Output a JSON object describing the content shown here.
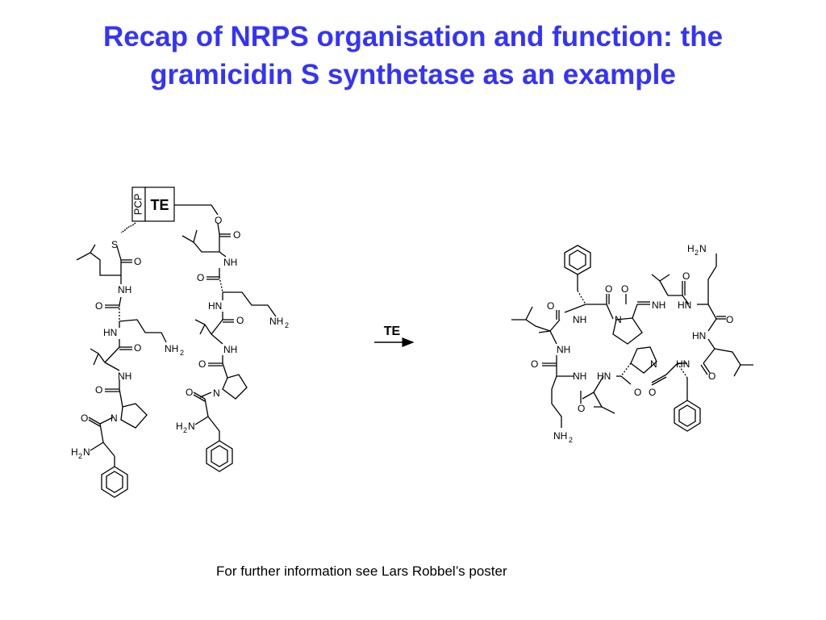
{
  "slide": {
    "title_line1": "Recap of NRPS organisation and function: the",
    "title_line2": "gramicidin S synthetase as an example",
    "footnote": "For further information see Lars Robbel’s poster",
    "title_color": "#3333ff"
  },
  "scheme": {
    "domain_pcp": "PCP",
    "domain_te": "TE",
    "arrow_label": "TE",
    "atoms": {
      "O": "O",
      "S": "S",
      "N": "N",
      "NH": "NH",
      "HN": "HN",
      "H2N_H": "H",
      "H2N_N": "N",
      "NH2_N": "NH",
      "sub2": "2"
    }
  }
}
